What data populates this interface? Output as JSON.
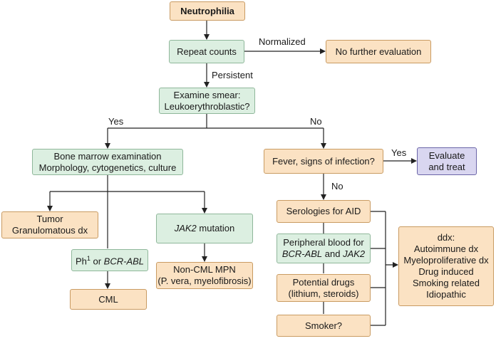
{
  "nodes": {
    "neutrophilia": "Neutrophilia",
    "repeat_counts": "Repeat counts",
    "no_further": "No further evaluation",
    "examine_smear_1": "Examine smear:",
    "examine_smear_2": "Leukoerythroblastic?",
    "bone_marrow_1": "Bone marrow examination",
    "bone_marrow_2": "Morphology, cytogenetics, culture",
    "fever": "Fever, signs of infection?",
    "evaluate_1": "Evaluate",
    "evaluate_2": "and treat",
    "tumor_1": "Tumor",
    "tumor_2": "Granulomatous dx",
    "jak2_italic": "JAK2",
    "jak2_rest": " mutation",
    "serologies": "Serologies for AID",
    "peripheral_1": "Peripheral blood for",
    "peripheral_bcr": "BCR-ABL",
    "peripheral_and": " and ",
    "peripheral_jak2": "JAK2",
    "ph1_pre": "Ph",
    "ph1_sup": "1",
    "ph1_or": " or ",
    "ph1_bcr": "BCR-ABL",
    "noncml_1": "Non-CML MPN",
    "noncml_2": "(P. vera, myelofibrosis)",
    "drugs_1": "Potential drugs",
    "drugs_2": "(lithium, steroids)",
    "cml": "CML",
    "smoker": "Smoker?",
    "ddx_title": "ddx:",
    "ddx_items": [
      "Autoimmune dx",
      "Myeloproliferative dx",
      "Drug induced",
      "Smoking related",
      "Idiopathic"
    ]
  },
  "edge_labels": {
    "normalized": "Normalized",
    "persistent": "Persistent",
    "yes_left": "Yes",
    "no_right": "No",
    "yes_fever": "Yes",
    "no_fever": "No"
  },
  "colors": {
    "orange_fill": "#fbe2c3",
    "green_fill": "#dcefe1",
    "purple_fill": "#d9d6f0",
    "line": "#222222"
  }
}
